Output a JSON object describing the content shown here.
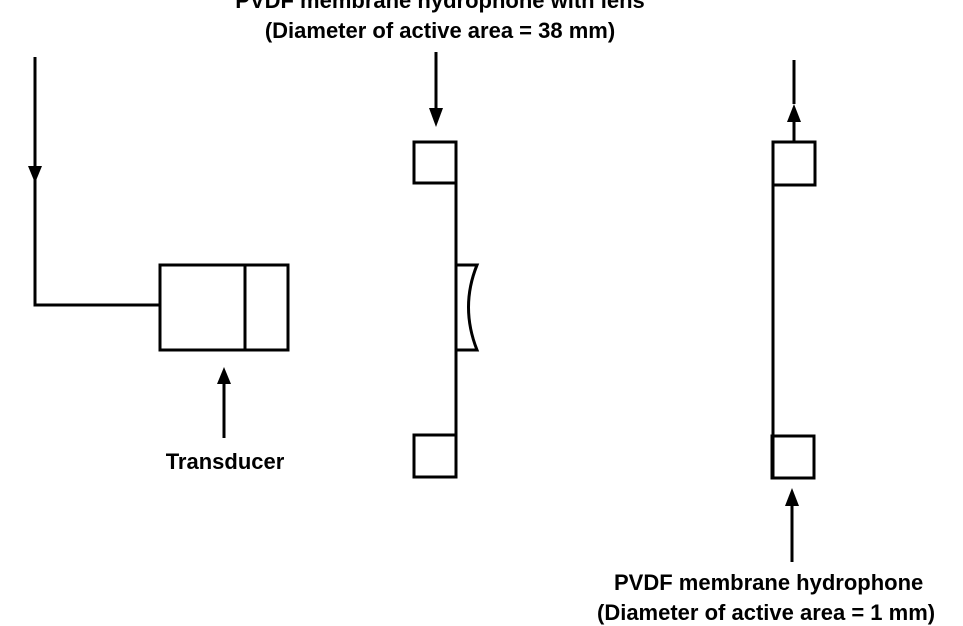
{
  "labels": {
    "lens_hydrophone_line1": "PVDF membrane hydrophone with lens",
    "lens_hydrophone_line2": "(Diameter of active area = 38 mm)",
    "transducer": "Transducer",
    "membrane_hydrophone_line1": "PVDF membrane hydrophone",
    "membrane_hydrophone_line2": "(Diameter of active area = 1 mm)"
  },
  "colors": {
    "stroke": "#000000",
    "background": "#ffffff"
  }
}
